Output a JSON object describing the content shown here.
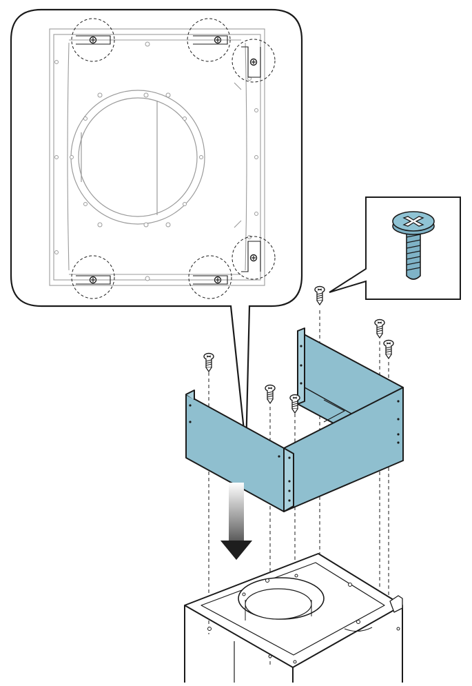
{
  "figure": {
    "description_text": "",
    "parts": {
      "callout_detail": "top-view-detail",
      "screw_detail": "phillips-screw-detail",
      "bracket": "u-shaped-bracket",
      "base": "chimney-base-unit",
      "arrow": "down-arrow"
    }
  },
  "colors": {
    "outline": "#1a1a1a",
    "bracket_fill": "#8fbfcf",
    "screw_fill": "#7fb3c7",
    "light_line": "#9a9a9a",
    "arrow_dark": "#2a2a2a"
  },
  "screw_count": 7,
  "detail_circles": 6
}
